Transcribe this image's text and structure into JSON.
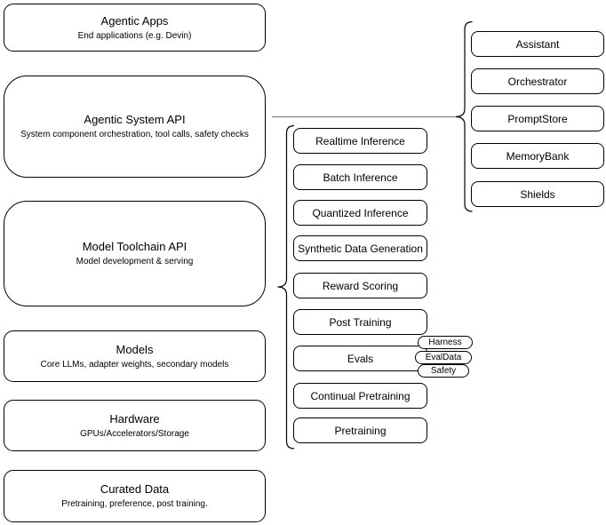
{
  "diagram": {
    "stack": [
      {
        "title": "Agentic Apps",
        "subtitle": "End applications (e.g. Devin)"
      },
      {
        "title": "Agentic System API",
        "subtitle": "System component orchestration, tool calls, safety checks"
      },
      {
        "title": "Model Toolchain API",
        "subtitle": "Model development & serving"
      },
      {
        "title": "Models",
        "subtitle": "Core LLMs, adapter weights, secondary models"
      },
      {
        "title": "Hardware",
        "subtitle": "GPUs/Accelerators/Storage"
      },
      {
        "title": "Curated Data",
        "subtitle": "Pretraining, preference, post training."
      }
    ],
    "toolchain_nodes": [
      "Realtime Inference",
      "Batch Inference",
      "Quantized Inference",
      "Synthetic Data Generation",
      "Reward Scoring",
      "Post Training",
      "Evals",
      "Continual Pretraining",
      "Pretraining"
    ],
    "evals_tags": [
      "Harness",
      "EvalData",
      "Safety"
    ],
    "system_nodes": [
      "Assistant",
      "Orchestrator",
      "PromptStore",
      "MemoryBank",
      "Shields"
    ],
    "colors": {
      "node_stroke": "#000000",
      "node_fill": "#ffffff",
      "connector": "#808080",
      "background": "#ffffff"
    }
  }
}
